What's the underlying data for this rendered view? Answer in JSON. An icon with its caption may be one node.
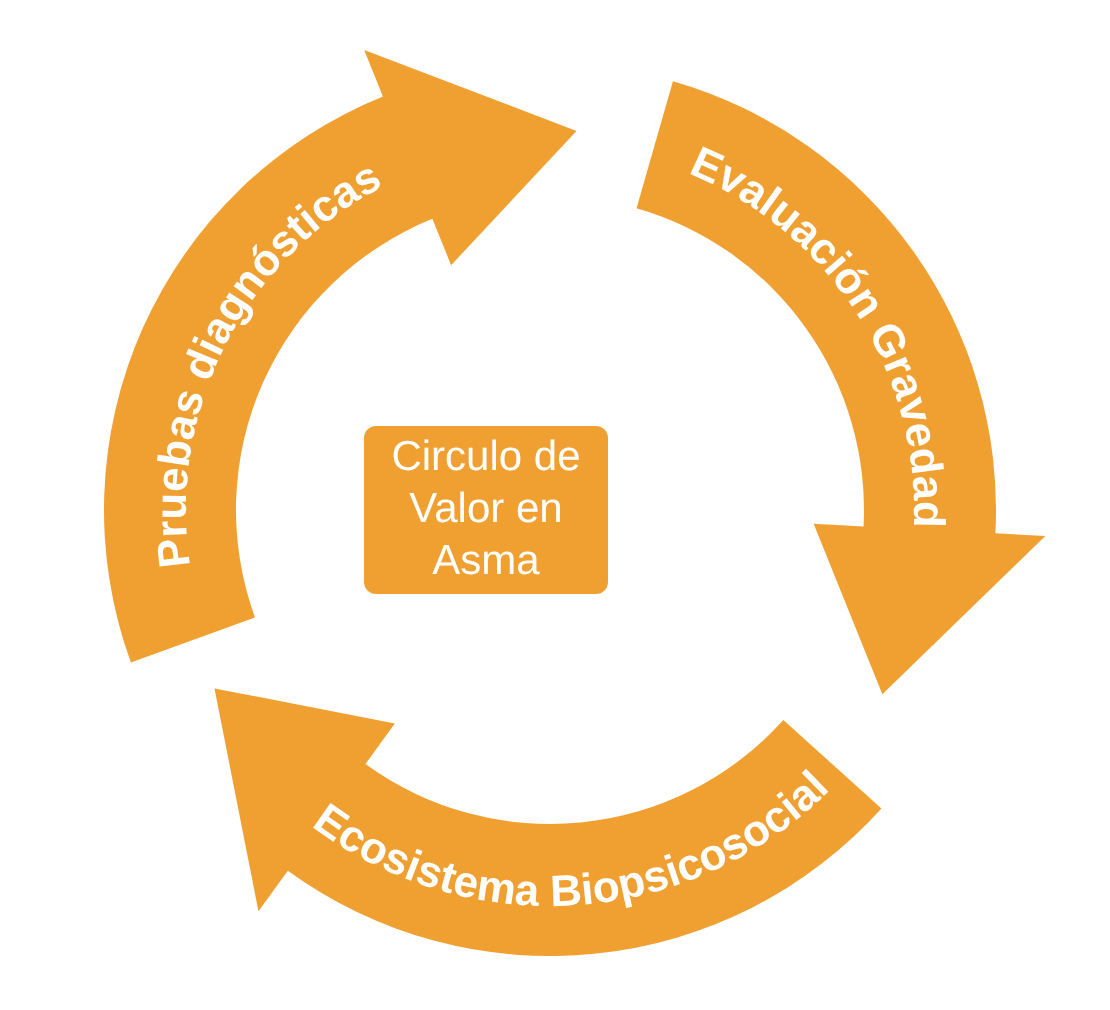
{
  "diagram": {
    "nodes": [
      {
        "text": [
          "Pruebas diagnósticas"
        ]
      },
      {
        "text": [
          "Evaluación Gravedad"
        ]
      },
      {
        "text": [
          "Ecosistema Biopsicosocial"
        ]
      },
      {
        "text": [
          "Circulo de Valor en Asma"
        ]
      }
    ]
  }
}
